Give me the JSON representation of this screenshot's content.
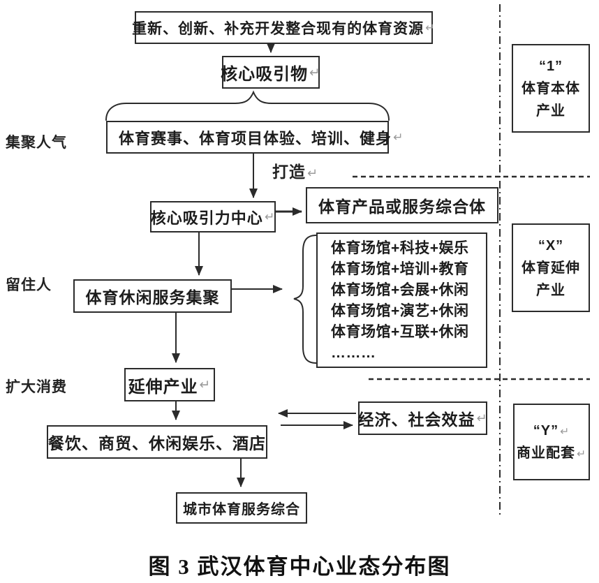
{
  "caption": {
    "text": "图 3 武汉体育中心业态分布图"
  },
  "side_labels": {
    "gather": "集聚人气",
    "retain": "留住人",
    "expand": "扩大消费"
  },
  "flow": {
    "top_box": {
      "label": "重新、创新、补充开发整合现有的体育资源",
      "mark": "↵"
    },
    "core_attraction": {
      "label": "核心吸引物",
      "mark": "↵"
    },
    "wide_box": {
      "label": "体育赛事、体育项目体验、培训、健身",
      "mark": "↵"
    },
    "build_label": {
      "label": "打造",
      "mark": "↵"
    },
    "core_center": {
      "label": "核心吸引力中心",
      "mark": "↵"
    },
    "product_complex": {
      "label": "体育产品或服务综合体"
    },
    "leisure_cluster": {
      "label": "体育休闲服务集聚"
    },
    "venue_list": {
      "items": [
        "体育场馆+科技+娱乐",
        "体育场馆+培训+教育",
        "体育场馆+会展+休闲",
        "体育场馆+演艺+休闲",
        "体育场馆+互联+休闲",
        "………"
      ]
    },
    "extension_industry": {
      "label": "延伸产业",
      "mark": "↵"
    },
    "catering": {
      "label": "餐饮、商贸、休闲娱乐、酒店"
    },
    "benefits": {
      "label": "经济、社会效益",
      "mark": "↵"
    },
    "city_complex": {
      "label": "城市体育服务综合"
    }
  },
  "categories": [
    {
      "code": "“1”",
      "lines": [
        "体育本体",
        "产业"
      ]
    },
    {
      "code": "“X”",
      "lines": [
        "体育延伸",
        "产业"
      ]
    },
    {
      "code": "“Y”",
      "code_mark": "↵",
      "lines": [
        "商业配套"
      ],
      "line_mark": "↵"
    }
  ],
  "colors": {
    "ink": "#2b2b2b",
    "mark_gray": "#9a9a9a",
    "background": "#ffffff"
  }
}
